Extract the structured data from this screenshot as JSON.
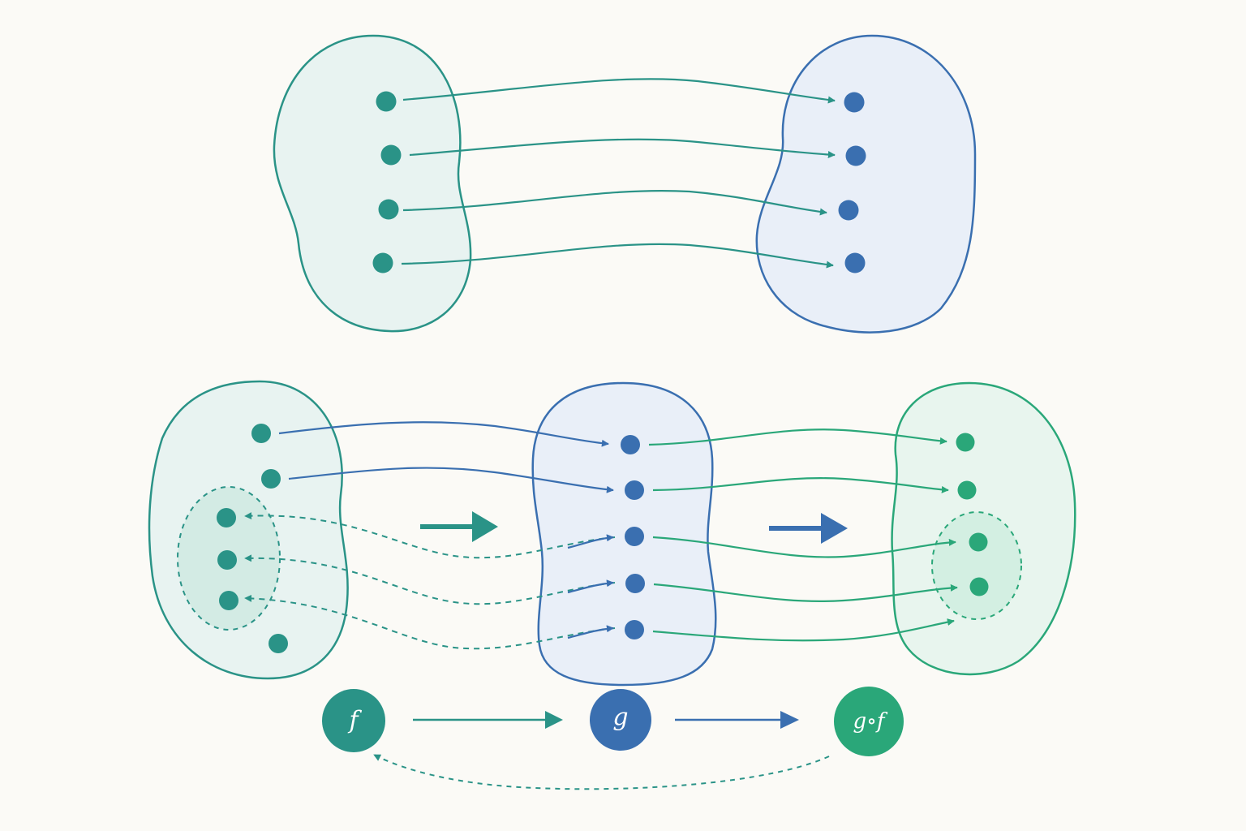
{
  "colors": {
    "background": "#fbfaf6",
    "teal": "#2a9387",
    "blue": "#3a6fb0",
    "green": "#2aa779",
    "teal_fill": "#e8f3f1",
    "blue_fill": "#e9eff8",
    "green_fill": "#e8f5ee",
    "subset_fill": "#d3ebe4"
  },
  "top_mapping": {
    "domain_set": {
      "points": 4,
      "color": "teal"
    },
    "codomain_set": {
      "points": 4,
      "color": "blue"
    },
    "arrows": 4
  },
  "bottom_mapping": {
    "set_A": {
      "points": 6,
      "subset_points": 3,
      "color": "teal"
    },
    "set_B": {
      "points": 5,
      "color": "blue"
    },
    "set_C": {
      "points": 4,
      "subset_points": 2,
      "color": "green"
    },
    "f_arrows": 5,
    "g_arrows": 5,
    "preimage_dashed_arrows": 3
  },
  "functions": {
    "f": {
      "label": "f",
      "color": "teal"
    },
    "g": {
      "label": "g",
      "color": "blue"
    },
    "gf": {
      "label": "g∘f",
      "color": "green"
    }
  }
}
